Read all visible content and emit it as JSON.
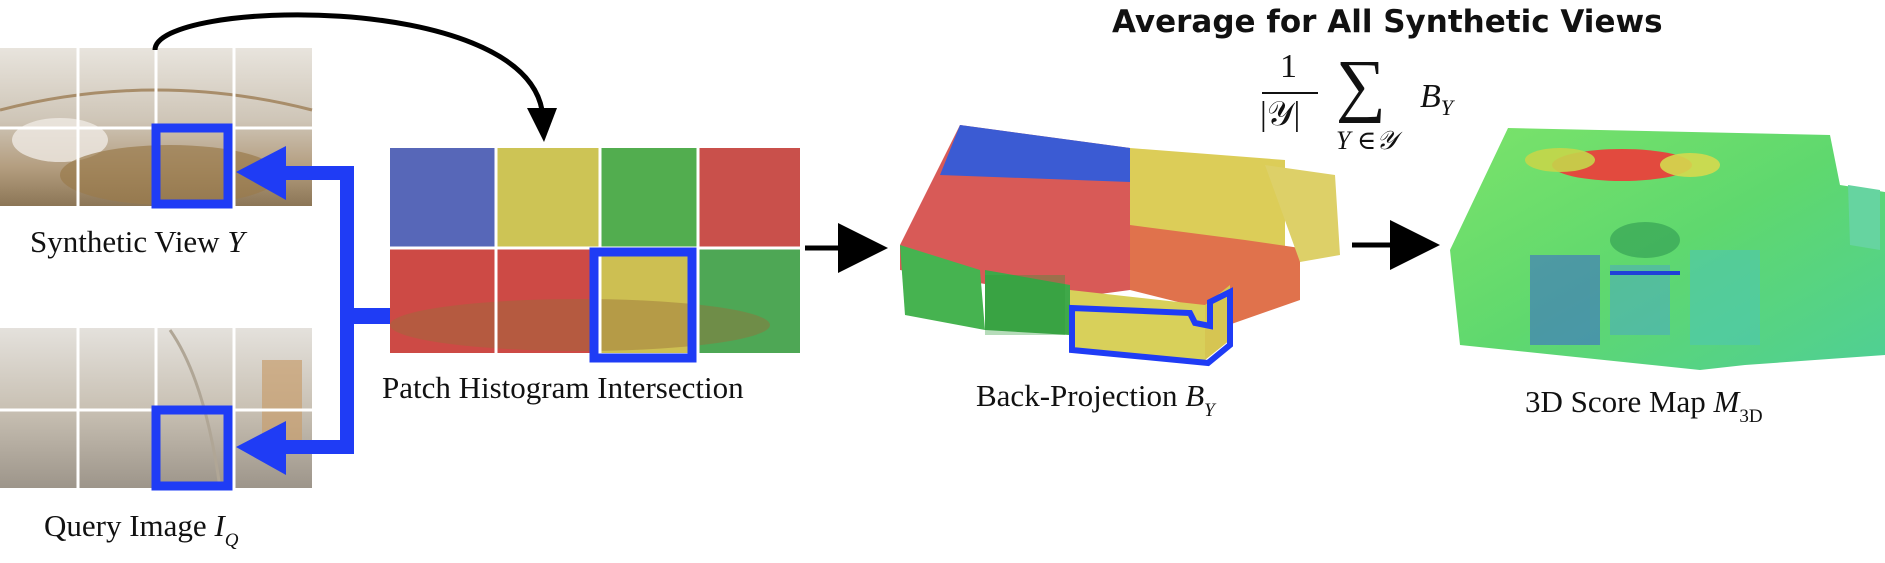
{
  "title": "Average for All Synthetic Views",
  "formula": {
    "numerator": "1",
    "denominator": "|𝒴|",
    "sum": "∑",
    "subscript": "Y ∈𝒴",
    "term": "B",
    "term_sub": "Y"
  },
  "labels": {
    "synthetic_view": "Synthetic View ",
    "synthetic_view_var": "Y",
    "query_image": "Query Image ",
    "query_image_var": "I",
    "query_image_sub": "Q",
    "patch_hist": "Patch Histogram Intersection",
    "back_projection": "Back-Projection ",
    "back_projection_var": "B",
    "back_projection_sub": "Y",
    "score_map": "3D Score Map ",
    "score_map_var": "M",
    "score_map_sub": "3D"
  },
  "colors": {
    "highlight": "#1f3cf5",
    "blue": "#4a63c8",
    "yellow": "#d6cb45",
    "green": "#46b04a",
    "red": "#d8504a"
  }
}
